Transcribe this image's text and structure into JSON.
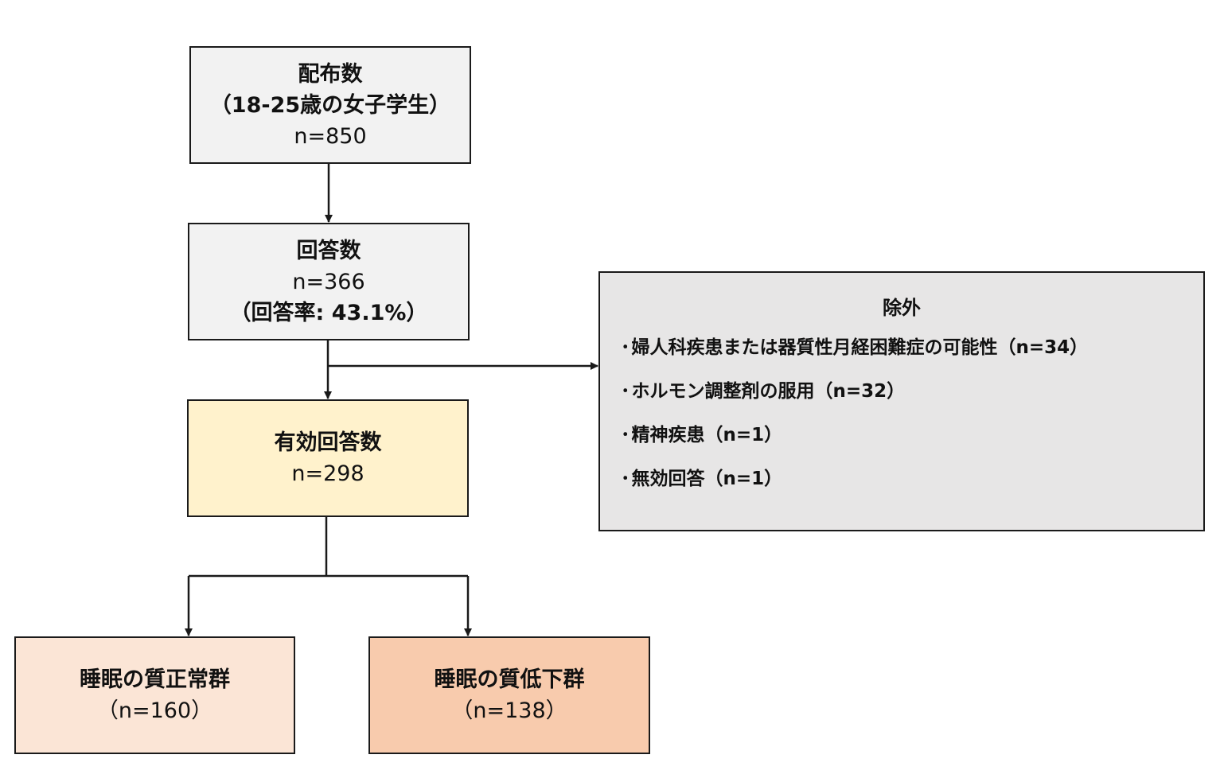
{
  "colors": {
    "distributed_fill": "#f2f2f2",
    "responses_fill": "#f2f2f2",
    "valid_fill": "#fff2cc",
    "normal_fill": "#fbe5d6",
    "poor_fill": "#f8cbad",
    "excluded_fill": "#e7e6e6",
    "line": "#1a1a1a"
  },
  "boxes": {
    "distributed": {
      "line1": "配布数",
      "line2": "（18-25歳の女子学生）",
      "line3": "n=850"
    },
    "responses": {
      "line1": "回答数",
      "line2": "n=366",
      "line3": "（回答率: 43.1%）"
    },
    "valid": {
      "line1": "有効回答数",
      "line2": "n=298"
    },
    "normal": {
      "line1": "睡眠の質正常群",
      "line2": "（n=160）"
    },
    "poor": {
      "line1": "睡眠の質低下群",
      "line2": "（n=138）"
    }
  },
  "excluded": {
    "title": "除外",
    "bullet": "･",
    "items": [
      "婦人科疾患または器質性月経困難症の可能性（n=34）",
      "ホルモン調整剤の服用（n=32）",
      "精神疾患（n=1）",
      "無効回答（n=1）"
    ]
  }
}
